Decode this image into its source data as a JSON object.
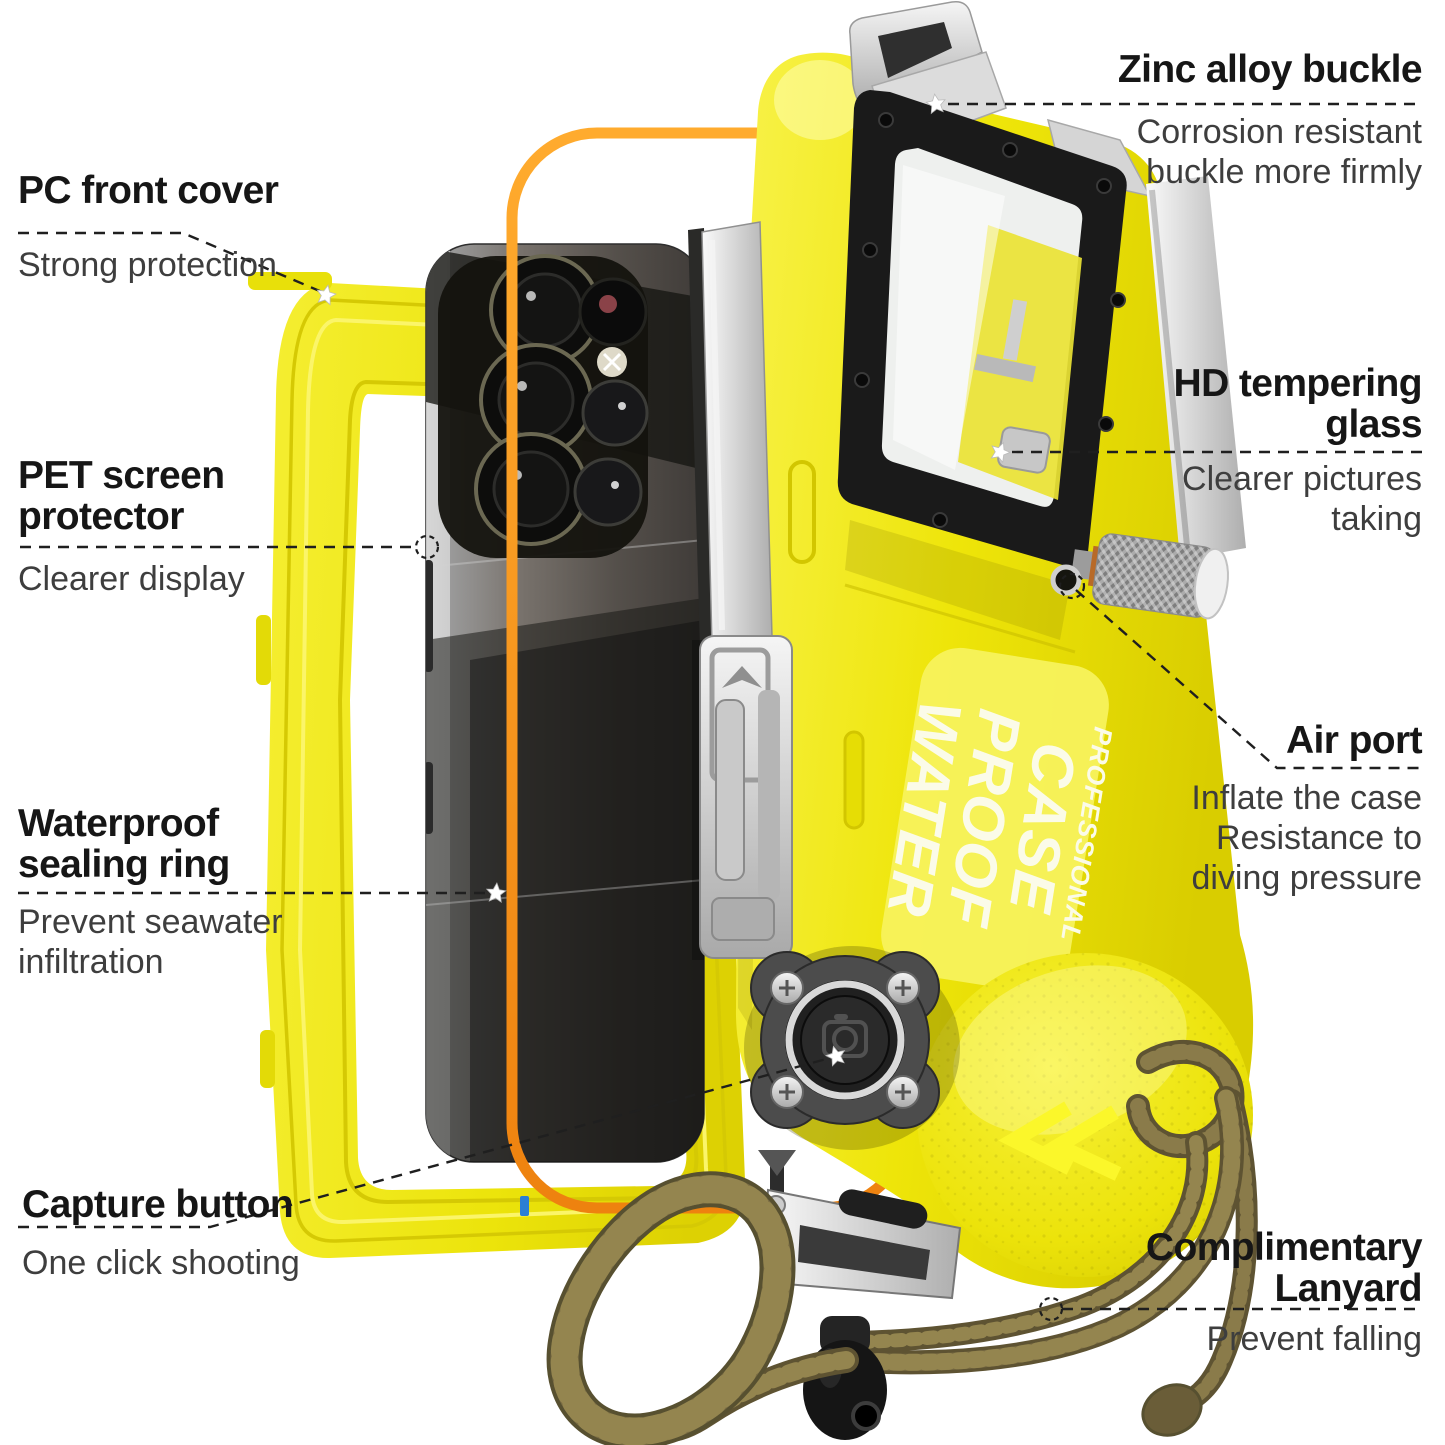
{
  "figure_type": "annotated-product-diagram",
  "product_print": {
    "w1": "WATER",
    "w2": "PROOF",
    "w3": "CASE",
    "sub": "PROFESSIONAL"
  },
  "callouts": [
    {
      "id": "pc-front-cover",
      "title": "PC front cover",
      "desc": "Strong protection",
      "side": "left",
      "marker": "star"
    },
    {
      "id": "zinc-alloy-buckle",
      "title": "Zinc alloy buckle",
      "desc": "Corrosion resistant\nbuckle more firmly",
      "side": "right",
      "marker": "star"
    },
    {
      "id": "pet-screen-protector",
      "title": "PET screen\nprotector",
      "desc": "Clearer display",
      "side": "left",
      "marker": "dashed-circle"
    },
    {
      "id": "hd-tempering-glass",
      "title": "HD tempering\nglass",
      "desc": "Clearer pictures\ntaking",
      "side": "right",
      "marker": "star"
    },
    {
      "id": "air-port",
      "title": "Air port",
      "desc": "Inflate the case\nResistance to\ndiving pressure",
      "side": "right",
      "marker": "dashed-circle"
    },
    {
      "id": "waterproof-sealing-ring",
      "title": "Waterproof\nsealing ring",
      "desc": "Prevent seawater\ninfiltration",
      "side": "left",
      "marker": "star"
    },
    {
      "id": "capture-button",
      "title": "Capture button",
      "desc": "One click shooting",
      "side": "left",
      "marker": "star"
    },
    {
      "id": "complimentary-lanyard",
      "title": "Complimentary\nLanyard",
      "desc": "Prevent falling",
      "side": "right",
      "marker": "dashed-circle"
    }
  ],
  "colors": {
    "case_yellow": "#efe70d",
    "case_yellow_light": "#f9f344",
    "seal_ring_orange": "#f8941d",
    "lanyard_khaki": "#7b6d44",
    "bezel_black": "#181818",
    "title_text": "#161616",
    "desc_text": "#3e3e3e",
    "leader_line": "#1f1f1f"
  }
}
